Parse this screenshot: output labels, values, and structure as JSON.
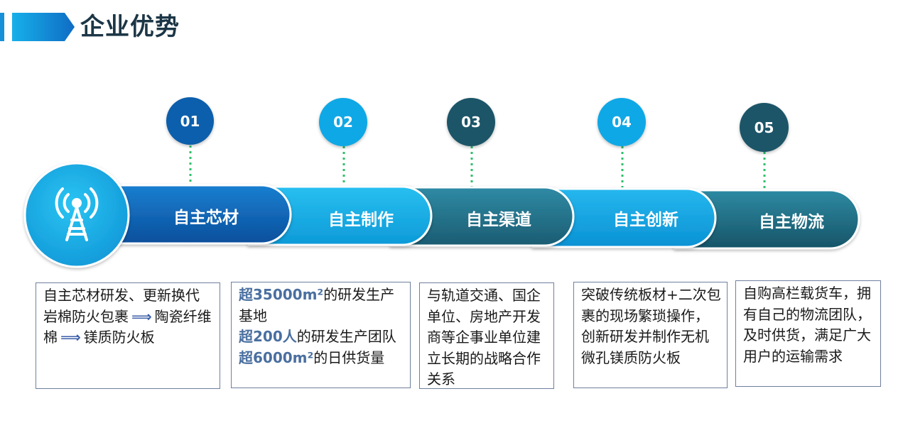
{
  "header": {
    "title": "企业优势"
  },
  "steps": [
    {
      "number": "01",
      "label": "自主芯材"
    },
    {
      "number": "02",
      "label": "自主制作"
    },
    {
      "number": "03",
      "label": "自主渠道"
    },
    {
      "number": "04",
      "label": "自主创新"
    },
    {
      "number": "05",
      "label": "自主物流"
    }
  ],
  "boxes": {
    "b1": {
      "line1": "自主芯材研发、更新换代",
      "line2a": "岩棉防火包裹",
      "line2b": "陶瓷纤维棉",
      "line2c": "镁质防火板",
      "arrow": "⟹"
    },
    "b2": {
      "l1_hl": "超35000m²",
      "l1_rest": "的研发生产基地",
      "l2_hl": "超200人",
      "l2_rest": "的研发生产团队",
      "l3_hl": "超6000m²",
      "l3_rest": "的日供货量"
    },
    "b3": {
      "text": "与轨道交通、国企单位、房地产开发商等企事业单位建立长期的战略合作关系"
    },
    "b4": {
      "text": "突破传统板材+二次包裹的现场繁琐操作，创新研发并制作无机微孔镁质防火板"
    },
    "b5": {
      "text": "自购高栏载货车，拥有自己的物流团队，及时供货，满足广大用户的运输需求"
    }
  },
  "icons": {
    "start": "signal-tower-icon",
    "header": "title-arrow-icon"
  },
  "colors": {
    "blue_dark": "#0e5ea8",
    "blue_bright": "#12a3e0",
    "teal_dark": "#1e5a6e",
    "connector": "#2fbf6c",
    "title": "#1c3646"
  }
}
